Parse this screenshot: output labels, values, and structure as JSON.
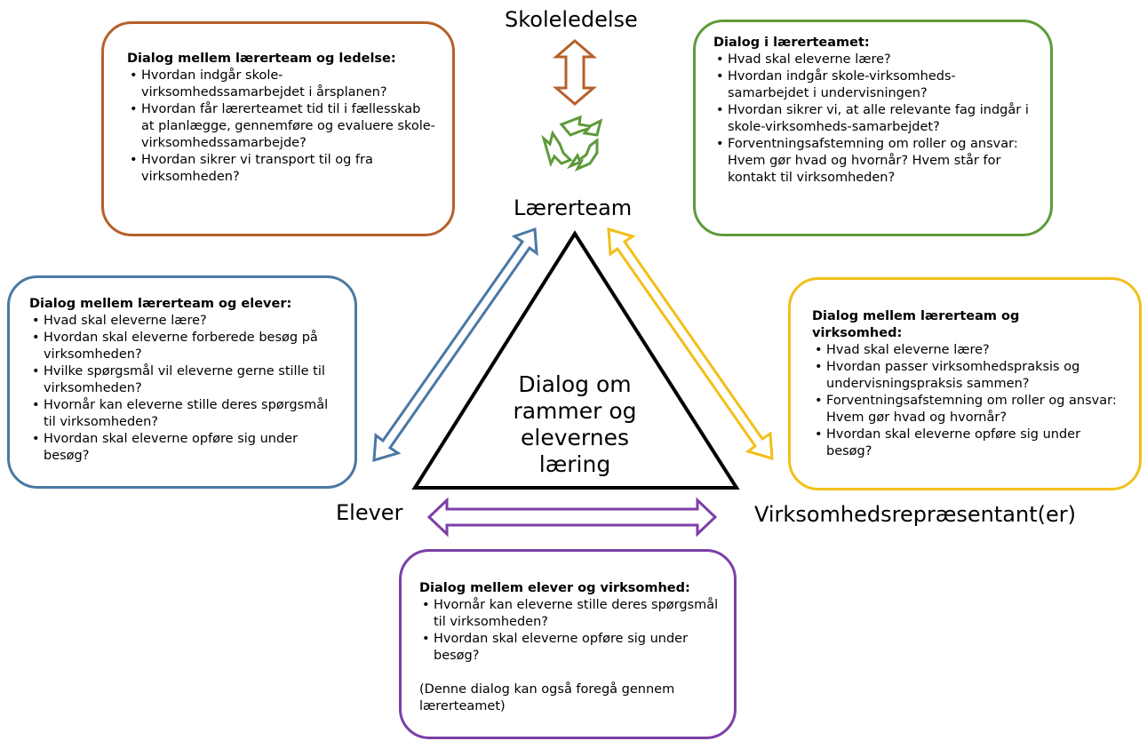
{
  "nodes": {
    "top": "Skoleledelse",
    "middle": "Lærerteam",
    "left": "Elever",
    "right": "Virksomhedsrepræsentant(er)"
  },
  "center": [
    "Dialog om",
    "rammer og",
    "elevernes",
    "læring"
  ],
  "colors": {
    "orange": "#b5602a",
    "green": "#5e9a3a",
    "blue": "#4a78a4",
    "yellow": "#f2bf18",
    "purple": "#7b3fa8",
    "triangle": "#000000"
  },
  "boxes": {
    "ledelse": {
      "title": "Dialog mellem lærerteam og ledelse:",
      "items": [
        "Hvordan indgår skole-virksomhedssamarbejdet i årsplanen?",
        "Hvordan får lærerteamet tid til i fællesskab at planlægge, gennemføre og evaluere skole-virksomhedssamarbejde?",
        "Hvordan sikrer vi transport til og fra virksomheden?"
      ]
    },
    "laererteam": {
      "title": "Dialog i lærerteamet:",
      "items": [
        "Hvad skal eleverne lære?",
        "Hvordan indgår skole-virksomheds-samarbejdet i undervisningen?",
        "Hvordan sikrer vi,  at alle relevante fag indgår i skole-virksomheds-samarbejdet?",
        "Forventningsafstemning om roller og ansvar: Hvem gør hvad og hvornår? Hvem står for kontakt til virksomheden?"
      ]
    },
    "elever": {
      "title": "Dialog mellem lærerteam og elever:",
      "items": [
        "Hvad skal eleverne lære?",
        "Hvordan skal eleverne forberede besøg på virksomheden?",
        "Hvilke spørgsmål vil eleverne gerne stille til virksomheden?",
        "Hvornår kan eleverne stille deres spørgsmål til virksomheden?",
        "Hvordan skal eleverne opføre sig under besøg?"
      ]
    },
    "virksomhed": {
      "title": "Dialog mellem lærerteam og virksomhed:",
      "items": [
        "Hvad skal eleverne lære?",
        "Hvordan passer virksomhedspraksis og undervisningspraksis sammen?",
        "Forventningsafstemning om roller og ansvar: Hvem gør hvad og hvornår?",
        "Hvordan skal eleverne opføre sig under besøg?"
      ]
    },
    "elev_virksomhed": {
      "title": "Dialog mellem elever og virksomhed:",
      "items": [
        "Hvornår kan eleverne stille deres spørgsmål til virksomheden?",
        "Hvordan skal eleverne opføre sig under besøg?"
      ],
      "note": "(Denne dialog kan også foregå gennem lærerteamet)"
    }
  }
}
